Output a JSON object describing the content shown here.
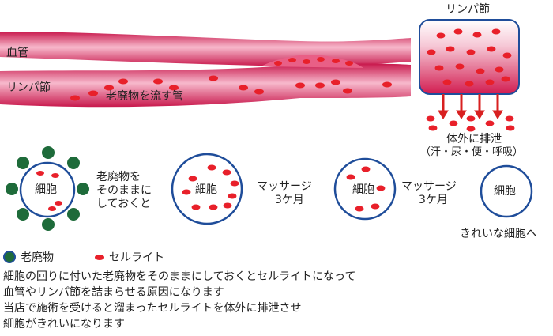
{
  "labels": {
    "blood_vessel": "血管",
    "lymph_node": "リンパ節",
    "waste_tube": "老廃物を流す管",
    "lymph_node_box": "リンパ節",
    "excrete_line1": "体外に排泄",
    "excrete_line2": "（汗・尿・便・呼吸）",
    "cell": "細胞",
    "leave_as_is_1": "老廃物を",
    "leave_as_is_2": "そのままに",
    "leave_as_is_3": "しておくと",
    "massage_1": "マッサージ",
    "massage_2": "3ケ月",
    "clean_cell": "きれいな細胞へ"
  },
  "legend": {
    "waste": "老廃物",
    "cellulite": "セルライト"
  },
  "description": [
    "細胞の回りに付いた老廃物をそのままにしておくとセルライトになって",
    "血管やリンパ節を詰まらせる原因になります",
    "当店で施術を受けると溜まったセルライトを体外に排泄させ",
    "細胞がきれいになります"
  ],
  "colors": {
    "vessel": "#e04a78",
    "cellulite": "#e8202a",
    "waste": "#1e6b3a",
    "cell_border": "#1f4d9a",
    "arrow": "#d82020"
  }
}
